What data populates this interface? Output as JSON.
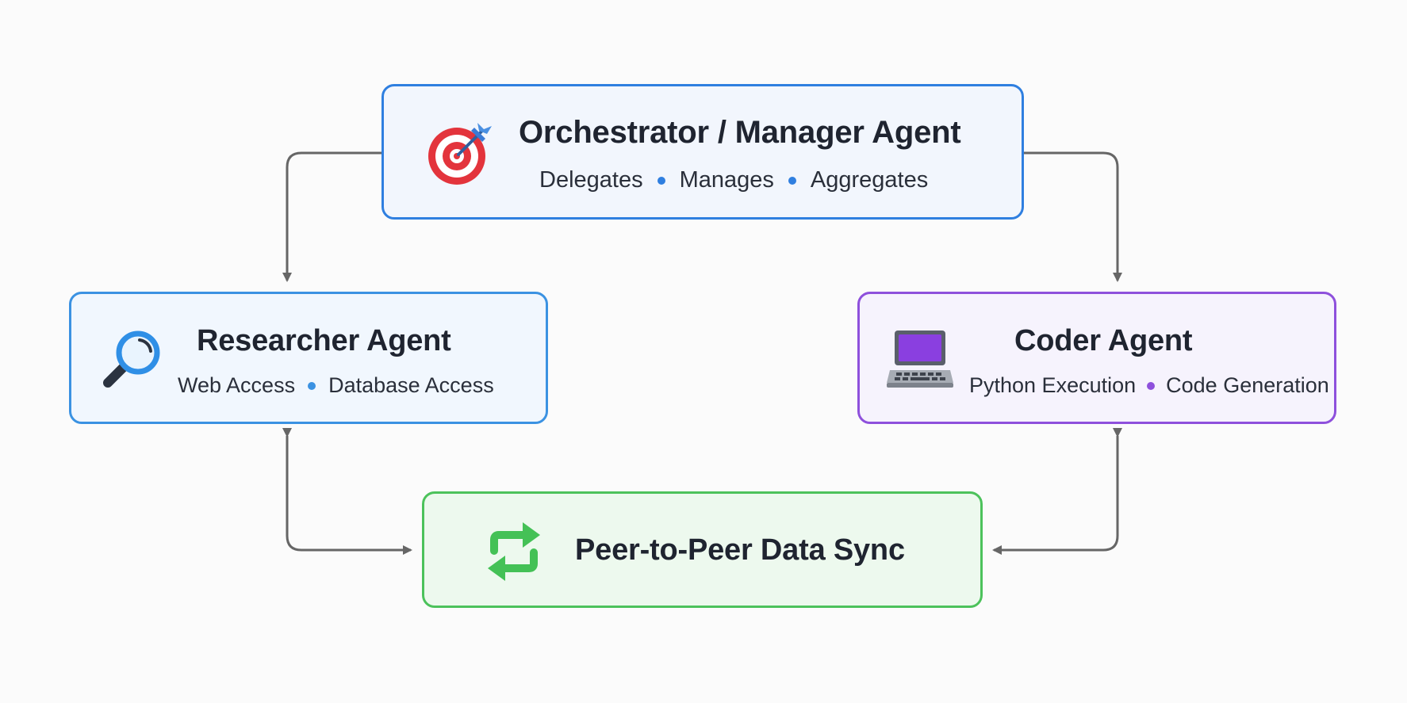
{
  "orchestrator": {
    "icon": "target-dart-icon",
    "title": "Orchestrator / Manager Agent",
    "tags": [
      "Delegates",
      "Manages",
      "Aggregates"
    ],
    "color": "#2f7fe0"
  },
  "researcher": {
    "icon": "magnifier-icon",
    "title": "Researcher Agent",
    "tags": [
      "Web Access",
      "Database Access"
    ],
    "color": "#3b92e2"
  },
  "coder": {
    "icon": "laptop-icon",
    "title": "Coder Agent",
    "tags": [
      "Python Execution",
      "Code Generation"
    ],
    "color": "#8e50dc"
  },
  "sync": {
    "icon": "sync-arrows-icon",
    "title": "Peer-to-Peer Data Sync",
    "color": "#4cc25b"
  },
  "connector_color": "#666666"
}
